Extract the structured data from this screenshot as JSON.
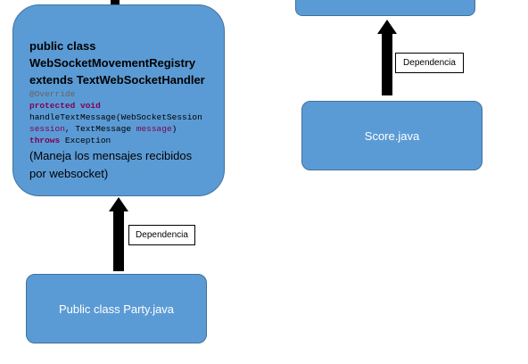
{
  "diagram": {
    "registry": {
      "declaration": [
        "public class",
        "WebSocketMovementRegistry",
        "extends TextWebSocketHandler"
      ],
      "annotation": "@Override",
      "modifiers": "protected void",
      "method_line": "handleTextMessage(WebSocketSession",
      "param_type_1": "session",
      "param_sep": ", TextMessage",
      "param_type_2": "message",
      "param_close": ")",
      "throws_kw": "throws",
      "throws_type": "Exception",
      "description": [
        "(Maneja los mensajes recibidos",
        "por websocket)"
      ]
    },
    "party": {
      "label": "Public class Party.java"
    },
    "score": {
      "label": "Score.java"
    },
    "dependency_label": "Dependencia",
    "colors": {
      "box_fill": "#5b9bd5",
      "box_border": "#41719c",
      "arrow": "#000000"
    }
  }
}
